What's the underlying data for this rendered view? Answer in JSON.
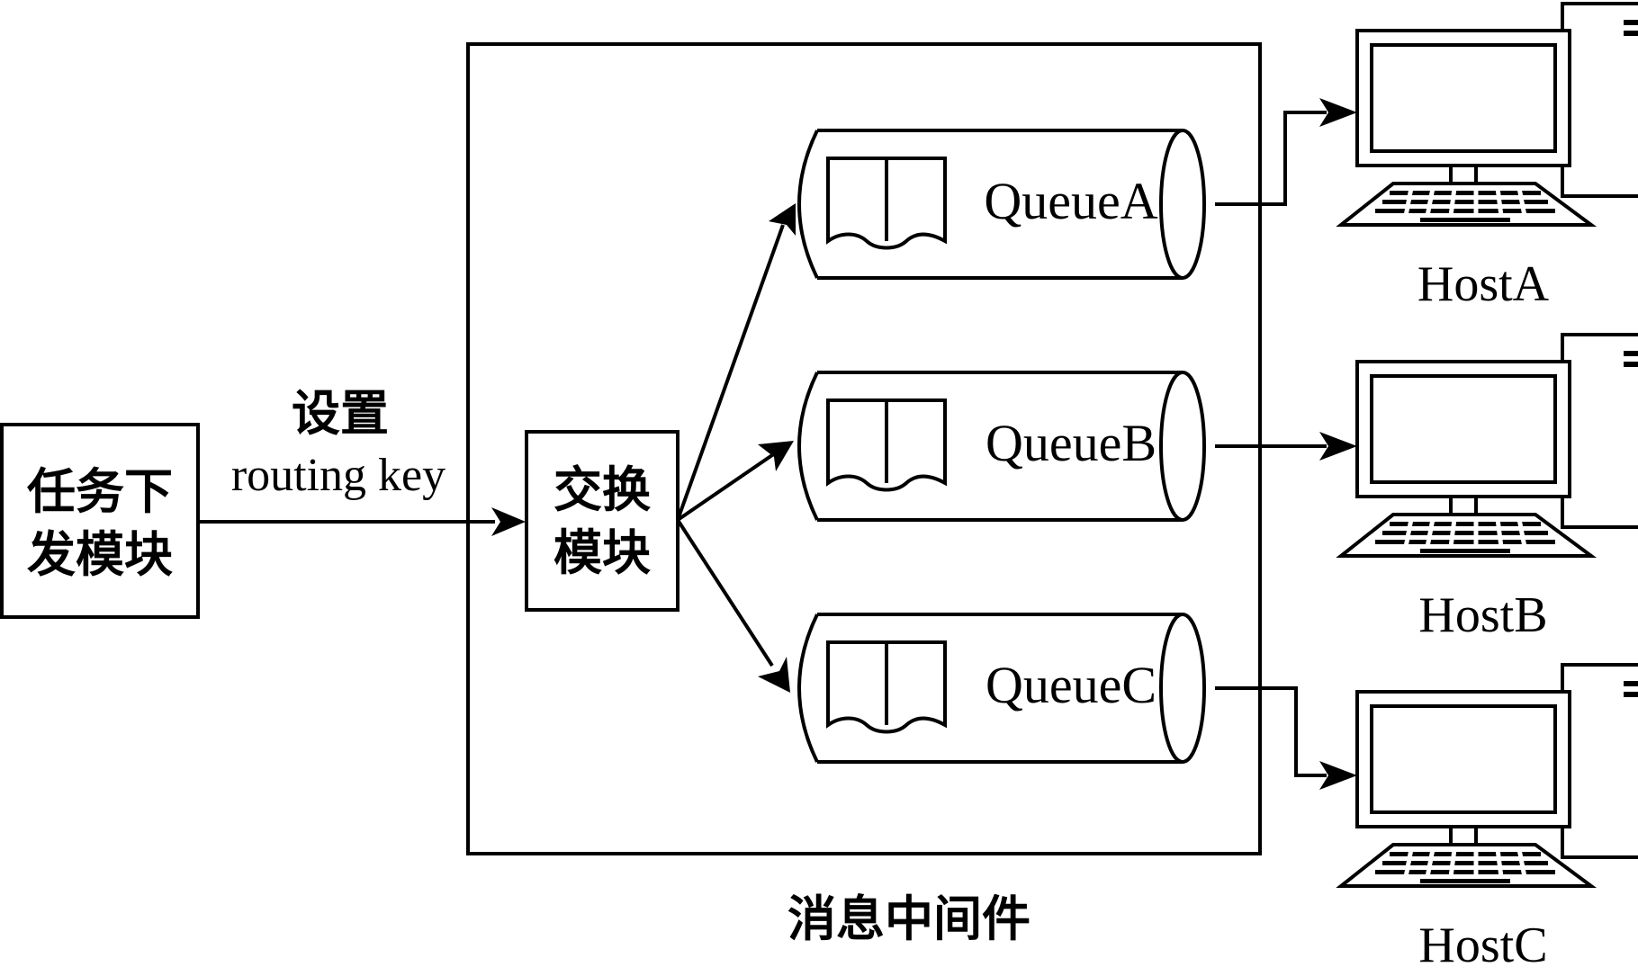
{
  "task_module": {
    "line1": "任务下",
    "line2": "发模块"
  },
  "edge_label": {
    "line1": "设置",
    "line2": "routing key"
  },
  "exchange_module": {
    "line1": "交换",
    "line2": "模块"
  },
  "middleware_label": "消息中间件",
  "queues": [
    {
      "label": "QueueA",
      "icon": "book-icon"
    },
    {
      "label": "QueueB",
      "icon": "book-icon"
    },
    {
      "label": "QueueC",
      "icon": "book-icon"
    }
  ],
  "hosts": [
    {
      "label": "HostA",
      "icon": "computer-icon"
    },
    {
      "label": "HostB",
      "icon": "computer-icon"
    },
    {
      "label": "HostC",
      "icon": "computer-icon"
    }
  ]
}
